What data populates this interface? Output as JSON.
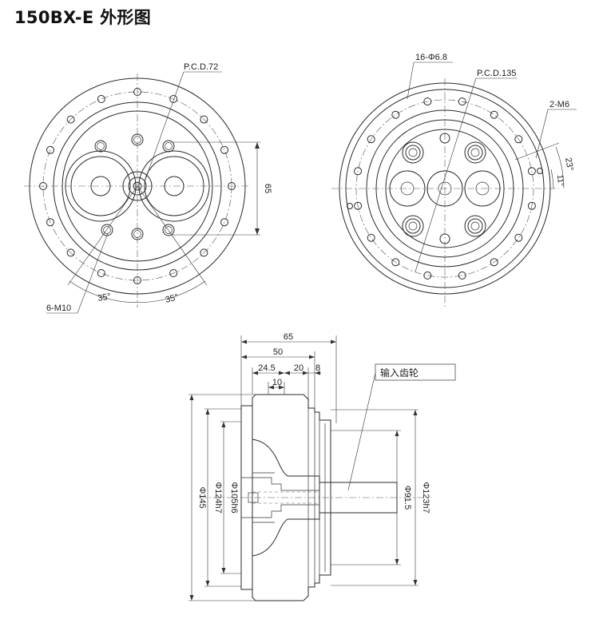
{
  "title": "150BX-E 外形图",
  "front_view": {
    "pcd_label": "P.C.D.72",
    "height_dim": "65",
    "tap_label": "6-M10",
    "angle_left": "35°",
    "angle_right": "35°"
  },
  "rear_view": {
    "holes_label": "16-Φ6.8",
    "pcd_label": "P.C.D.135",
    "tap_label": "2-M6",
    "angle_23": "23°",
    "angle_11": "11°"
  },
  "side_view": {
    "dim_65": "65",
    "dim_50": "50",
    "dim_24_5": "24.5",
    "dim_20": "20",
    "dim_8": "8",
    "dim_10": "10",
    "input_gear_label": "输入齿轮",
    "dia_145": "Φ145",
    "dia_124": "Φ124h7",
    "dia_105": "Φ105h6",
    "dia_91_5": "Φ91.5",
    "dia_123": "Φ123h7"
  }
}
